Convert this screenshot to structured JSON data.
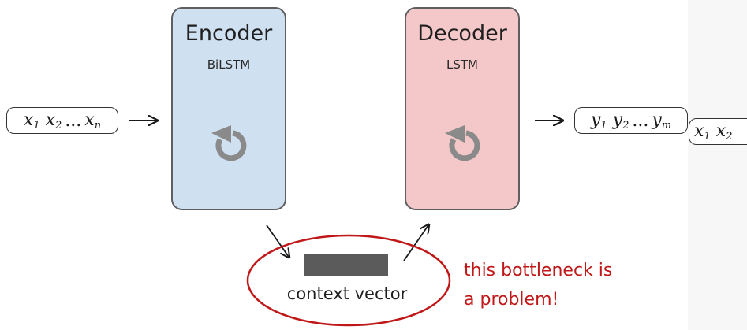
{
  "input_sequence": {
    "base": "x",
    "first": "1",
    "second": "2",
    "ellipsis": "...",
    "last": "n"
  },
  "output_sequence": {
    "base": "y",
    "first": "1",
    "second": "2",
    "ellipsis": "...",
    "last": "m"
  },
  "cut_sequence": {
    "base": "x",
    "first": "1",
    "second_base": "x",
    "second": "2"
  },
  "encoder": {
    "title": "Encoder",
    "subtitle": "BiLSTM",
    "icon": "loop-arrow-icon"
  },
  "decoder": {
    "title": "Decoder",
    "subtitle": "LSTM",
    "icon": "loop-arrow-icon"
  },
  "context": {
    "label": "context vector"
  },
  "note": {
    "line1": "this bottleneck is",
    "line2": "a problem!"
  },
  "colors": {
    "encoder_fill": "#cfe0f1",
    "decoder_fill": "#f4c8c9",
    "block_border": "#5f5f5f",
    "icon_gray": "#8a8a8a",
    "highlight_red": "#c01818",
    "context_bar": "#5b5b5b"
  }
}
